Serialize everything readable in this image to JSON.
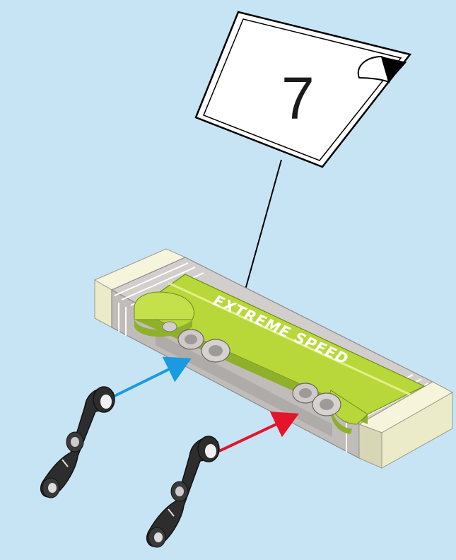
{
  "instruction": {
    "step_number": "7",
    "decal_text": "EXTREME SPEED"
  },
  "colors": {
    "background": "#c7e4f5",
    "card_fill": "#ffffff",
    "card_border": "#000000",
    "base_gray": "#c8c4c2",
    "base_gray_dark": "#8f8b89",
    "end_cap": "#ecebc9",
    "deck_green": "#b8d83a",
    "deck_green_dark": "#8fb02a",
    "link_black": "#2d2d2d",
    "arrow_blue": "#1b9ae0",
    "arrow_red": "#e3142b"
  },
  "icons": {
    "page_curl": "page-curl-icon",
    "arrow_blue": "blue-assembly-arrow",
    "arrow_red": "red-assembly-arrow"
  }
}
